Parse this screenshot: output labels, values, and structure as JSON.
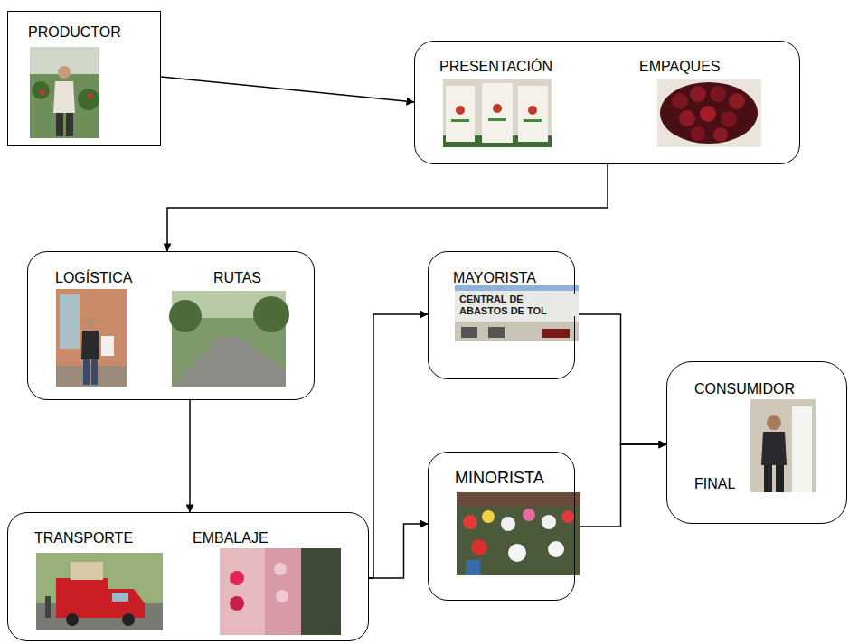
{
  "diagram": {
    "nodes": [
      {
        "text": [
          "PRODUCTOR"
        ]
      },
      {
        "text": [
          "PRESENTACIÓN",
          "EMPAQUES"
        ]
      },
      {
        "text": [
          "LOGÍSTICA",
          "RUTAS"
        ]
      },
      {
        "text": [
          "TRANSPORTE",
          "EMBALAJE"
        ]
      },
      {
        "text": [
          "MAYORISTA"
        ]
      },
      {
        "text": [
          "MINORISTA"
        ]
      },
      {
        "text": [
          "CONSUMIDOR",
          "FINAL"
        ]
      }
    ],
    "edges": [
      {
        "from": 0,
        "to": 1,
        "arrow": "to"
      },
      {
        "from": 1,
        "to": 2,
        "arrow": "to"
      },
      {
        "from": 2,
        "to": 3,
        "arrow": "to"
      },
      {
        "from": 3,
        "to": 4,
        "arrow": "to"
      },
      {
        "from": 3,
        "to": 5,
        "arrow": "to"
      },
      {
        "from": 4,
        "to": 6,
        "arrow": "to"
      },
      {
        "from": 5,
        "to": 6,
        "arrow": "to"
      }
    ],
    "labels": [
      "CENTRAL DE ABASTOS DE TOL"
    ]
  }
}
